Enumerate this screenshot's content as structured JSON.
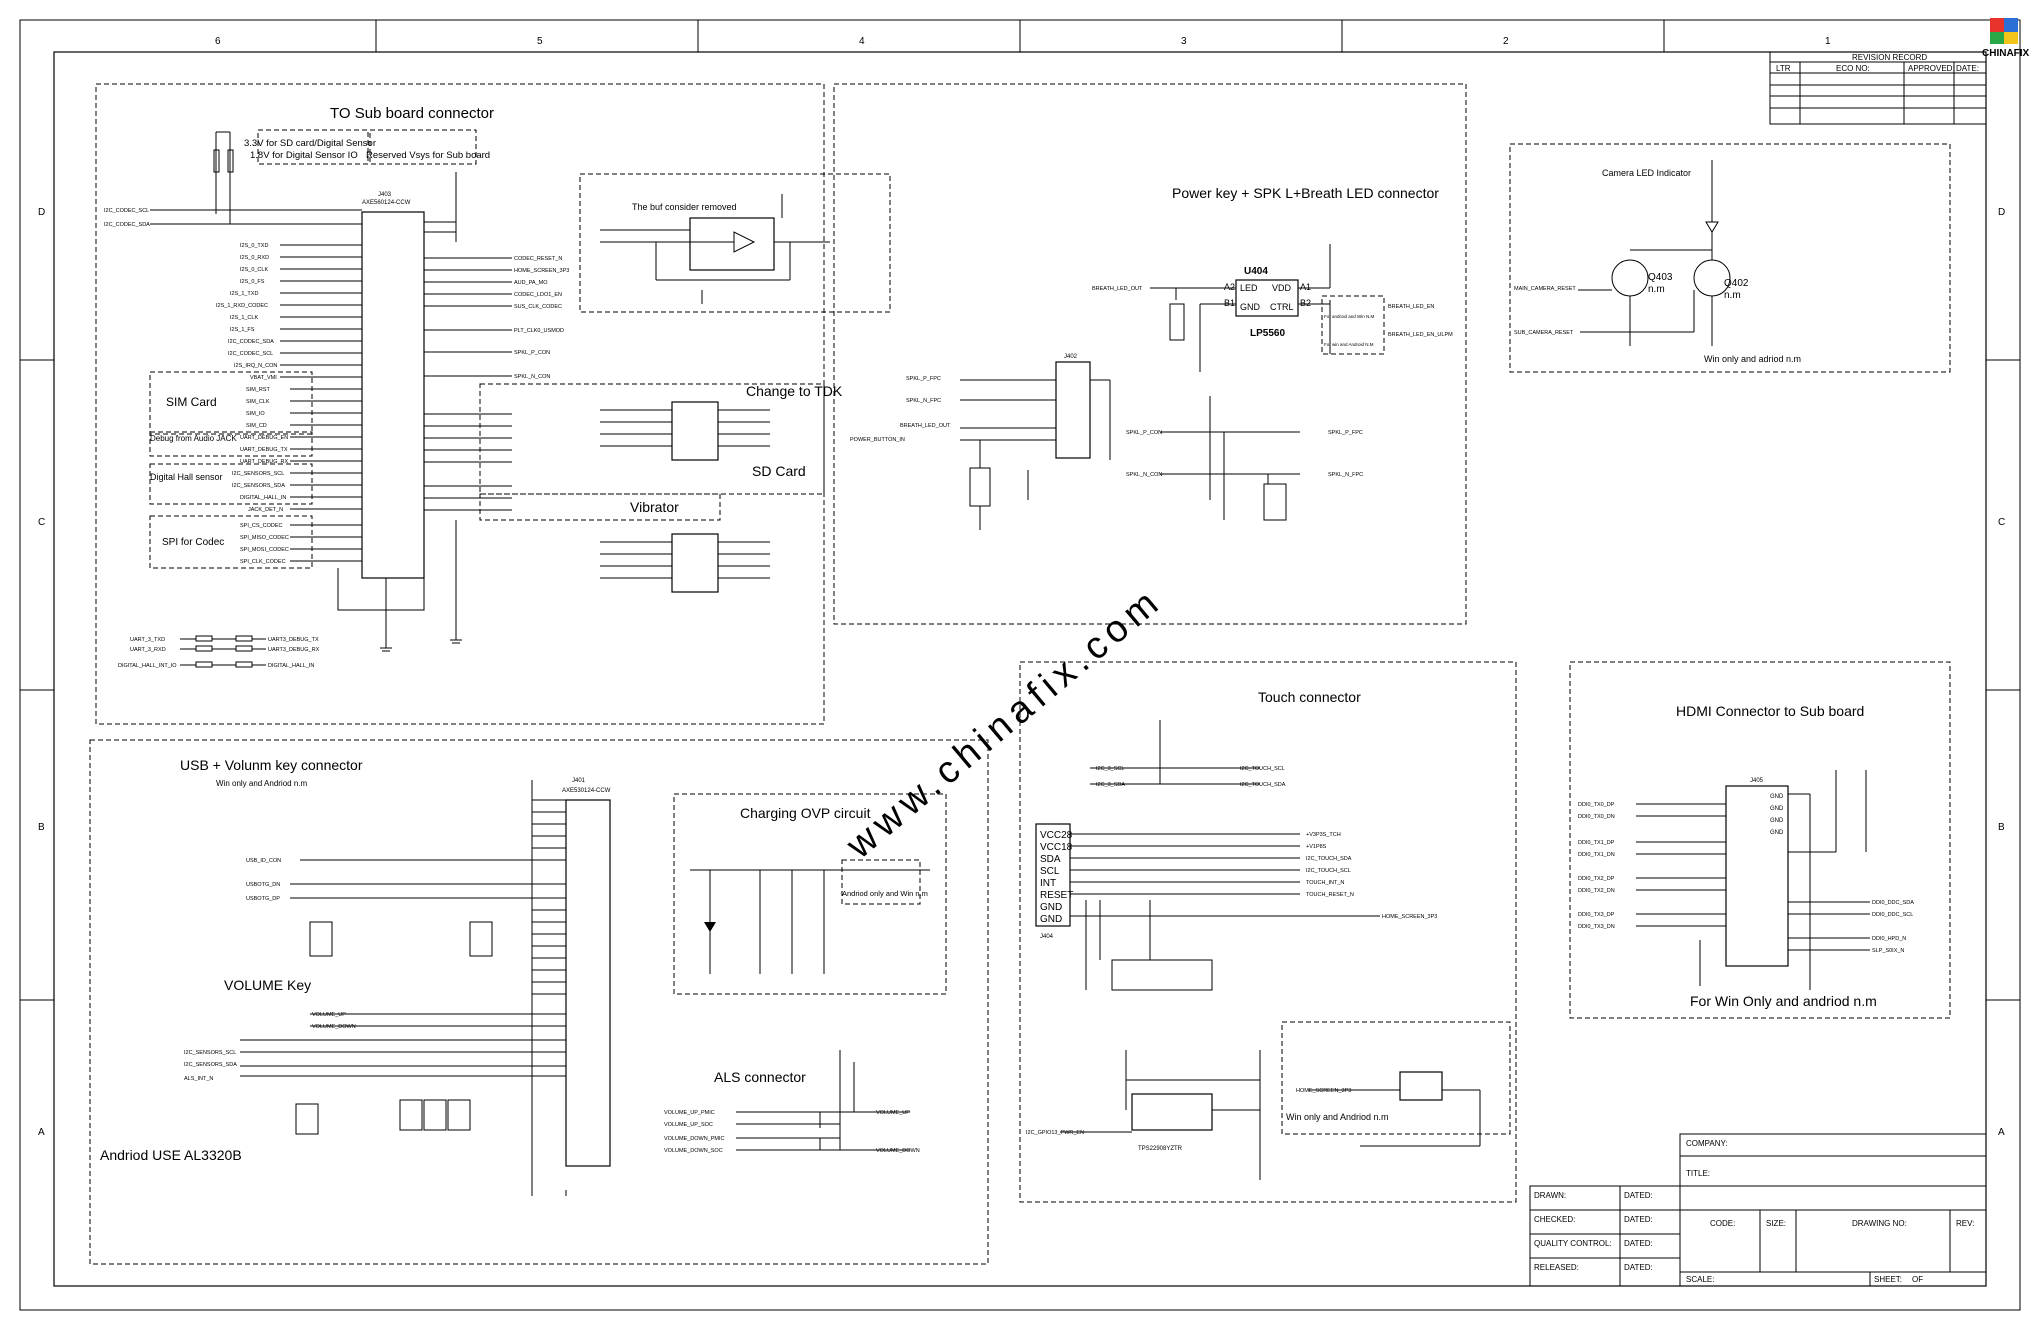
{
  "border": {
    "cols_top": [
      "6",
      "5",
      "4",
      "3",
      "2",
      "1"
    ],
    "rows_side": [
      "D",
      "C",
      "B",
      "A"
    ]
  },
  "logo": {
    "text": "CHINAFIX"
  },
  "watermark": "www.chinafix.com",
  "revision": {
    "title": "REVISION RECORD",
    "cols": [
      "LTR",
      "ECO NO:",
      "APPROVED:",
      "DATE:"
    ]
  },
  "title_block": {
    "company": "COMPANY:",
    "title": "TITLE:",
    "code": "CODE:",
    "size": "SIZE:",
    "drawing_no": "DRAWING NO:",
    "rev": "REV:",
    "scale": "SCALE:",
    "sheet": "SHEET:",
    "of": "OF",
    "drawn": "DRAWN:",
    "checked": "CHECKED:",
    "quality": "QUALITY CONTROL:",
    "released": "RELEASED:",
    "dated": "DATED:"
  },
  "sections": {
    "sub_board": {
      "title": "TO Sub board connector",
      "note_sd": "3.3V for SD card/Digital Sensor",
      "note_sensor": "1.8V for Digital Sensor IO",
      "note_vsys": "Reserved Vsys for Sub board",
      "connector": "J403",
      "part": "AXE560124-CCW",
      "sim": "SIM Card",
      "debug": "Debug from Audio JACK",
      "hall": "Digital Hall sensor",
      "spi": "SPI for Codec",
      "buf_note": "The buf consider removed",
      "change_tdk": "Change to TDK",
      "sd_card": "SD Card",
      "vibrator": "Vibrator",
      "left_nets": [
        "I2C_CODEC_SCL",
        "I2C_CODEC_SDA",
        "I2S_0_TXD",
        "I2S_0_RXD",
        "I2S_0_CLK",
        "I2S_0_FS",
        "I2S_1_TXD",
        "I2S_1_RXD_CODEC",
        "I2S_1_CLK",
        "I2S_1_FS",
        "I2C_CODEC_SDA",
        "I2C_CODEC_SCL",
        "I2S_IRQ_N_CON",
        "VBAT_VMI",
        "SIM_RST",
        "SIM_CLK",
        "SIM_IO",
        "SIM_CD",
        "UART_DEBUG_EN",
        "UART_DEBUG_TX",
        "UART_DEBUG_RX",
        "I2C_SENSORS_SCL",
        "I2C_SENSORS_SDA",
        "DIGITAL_HALL_IN",
        "JACK_DET_N",
        "SPI_CS_CODEC",
        "SPI_MISO_CODEC",
        "SPI_MOSI_CODEC",
        "SPI_CLK_CODEC"
      ],
      "right_nets": [
        "CODEC_RESET_N",
        "HOME_SCREEN_3P3",
        "AUD_PA_MO",
        "CODEC_LDO1_EN",
        "SUS_CLK_CODEC",
        "PLT_CLK0_USMOD",
        "SPKL_P_CON",
        "SPKL_N_CON"
      ],
      "bottom_nets": [
        "UART_3_TXD",
        "UART_3_RXD",
        "DIGITAL_HALL_INT_IO"
      ],
      "bottom_nets_out": [
        "UART3_DEBUG_TX",
        "UART3_DEBUG_RX",
        "DIGITAL_HALL_IN"
      ]
    },
    "power_key": {
      "title": "Power key + SPK L+Breath LED connector",
      "chip": "U404",
      "chip_part": "LP5560",
      "pins": [
        "A2",
        "LED",
        "VDD",
        "A1",
        "B1",
        "GND",
        "CTRL",
        "B2"
      ],
      "nets": [
        "BREATH_LED_OUT",
        "BREATH_LED_EN",
        "BREATH_LED_EN_ULPM",
        "SPKL_P_FPC",
        "SPKL_N_FPC",
        "BREATH_LED_OUT",
        "POWER_BUTTON_IN",
        "SPKL_P_CON",
        "SPKL_N_CON",
        "SPKL_P_FPC",
        "SPKL_N_FPC"
      ],
      "conn": "J402",
      "note1": "For android and Win N.M",
      "note2": "For win and Android N.M"
    },
    "camera": {
      "title": "Camera LED Indicator",
      "q1": "Q403",
      "q2": "Q402",
      "nm": "n.m",
      "net1": "MAIN_CAMERA_RESET",
      "net2": "SUB_CAMERA_RESET",
      "note": "Win only and adriod n.m"
    },
    "usb": {
      "title": "USB + Volunm key connector",
      "subtitle": "Win only and Andriod n.m",
      "conn": "J401",
      "part": "AXE530124-CCW",
      "nets": [
        "USB_ID_CON",
        "USBOTG_DN",
        "USBOTG_DP",
        "VOLUME_UP",
        "VOLUME_DOWN",
        "I2C_SENSORS_SCL",
        "I2C_SENSORS_SDA",
        "ALS_INT_N"
      ],
      "volume": "VOLUME Key",
      "andriod": "Andriod USE AL3320B",
      "charging_title": "Charging OVP circuit",
      "charging_note": "Andriod only and Win n.m",
      "als_title": "ALS connector",
      "als_nets": [
        "VOLUME_UP_PMIC",
        "VOLUME_UP_SOC",
        "VOLUME_DOWN_PMIC",
        "VOLUME_DOWN_SOC"
      ],
      "als_out": [
        "VOLUME_UP",
        "VOLUME_DOWN"
      ]
    },
    "touch": {
      "title": "Touch connector",
      "pins": [
        "VCC28",
        "VCC18",
        "SDA",
        "SCL",
        "INT",
        "RESET",
        "GND",
        "GND"
      ],
      "conn": "J404",
      "nets_in": [
        "I2C_3_SCL",
        "I2C_3_SDA"
      ],
      "nets_out": [
        "I2C_TOUCH_SCL",
        "I2C_TOUCH_SDA",
        "+V3P3S_TCH",
        "+V1P8S",
        "I2C_TOUCH_SDA",
        "I2C_TOUCH_SCL",
        "TOUCH_INT_N",
        "TOUCH_RESET_N",
        "HOME_SCREEN_3P3"
      ],
      "ldo": "TPS22908YZTR",
      "note": "Win only and Andriod n.m",
      "net_gpio": "I2C_GPIO13_PWR_EN",
      "home": "HOME_SCREEN_3P3"
    },
    "hdmi": {
      "title": "HDMI Connector to Sub board",
      "conn": "J405",
      "nets_left": [
        "DDI0_TX0_DP",
        "DDI0_TX0_DN",
        "DDI0_TX1_DP",
        "DDI0_TX1_DN",
        "DDI0_TX2_DP",
        "DDI0_TX2_DN",
        "DDI0_TX3_DP",
        "DDI0_TX3_DN"
      ],
      "nets_right": [
        "DDI0_DDC_SDA",
        "DDI0_DDC_SCL",
        "DDI0_HPD_N",
        "SLP_S0IX_N"
      ],
      "pins": [
        "GND",
        "GND",
        "GND",
        "GND"
      ],
      "note": "For Win Only and andriod n.m"
    }
  }
}
